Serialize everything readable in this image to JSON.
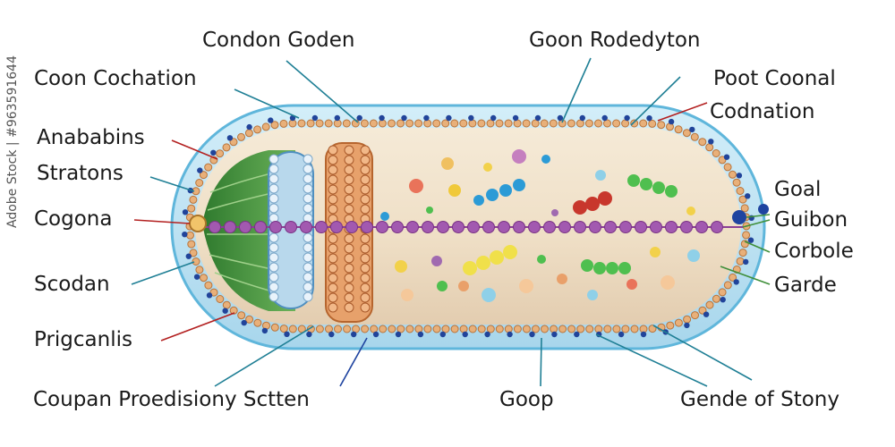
{
  "labels": {
    "condon_goden": "Condon Goden",
    "goon_rodedyton": "Goon Rodedyton",
    "coon_cochation": "Coon Cochation",
    "poot_coonal": "Poot Coonal",
    "codnation": "Codnation",
    "anababins": "Anababins",
    "stratons": "Stratons",
    "cogona": "Cogona",
    "scodan": "Scodan",
    "prigcanlis": "Prigcanlis",
    "coupan": "Coupan Proedisiony Sctten",
    "goal": "Goal",
    "guibon": "Guibon",
    "corbole": "Corbole",
    "garde": "Garde",
    "goop": "Goop",
    "gende": "Gende of Stony"
  },
  "watermark": "Adobe Stock | #963591644",
  "colors": {
    "capsule": "#bfe3f3",
    "capsule_edge": "#5fb6db",
    "cytoplasm": "#f0e2cc",
    "membrane": "#e3a86b",
    "blue_dot": "#21449a",
    "line_teal": "#1f7f95",
    "line_red": "#b32020",
    "purple_bead": "#a259b0",
    "green": "#3f8f3a"
  }
}
